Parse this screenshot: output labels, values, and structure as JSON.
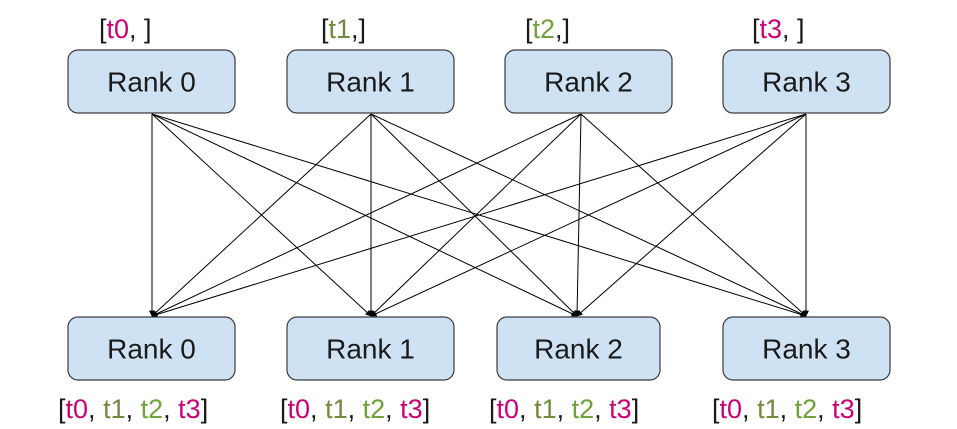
{
  "colors": {
    "box_fill": "#cfe2f3",
    "box_border": "#3c3c3c",
    "bracket": "#1a1a1a",
    "t0": "#cc0077",
    "t1": "#6f8a3a",
    "t2": "#6fa23a",
    "t3": "#cc0077",
    "edge": "#000000"
  },
  "top_ranks": [
    {
      "label": "Rank 0",
      "tensor": "t0",
      "color_key": "t0",
      "bracket_open": "[",
      "bracket_close": ", ]"
    },
    {
      "label": "Rank 1",
      "tensor": "t1",
      "color_key": "t1",
      "bracket_open": "[",
      "bracket_close": ",]"
    },
    {
      "label": "Rank 2",
      "tensor": "t2",
      "color_key": "t2",
      "bracket_open": "[",
      "bracket_close": ",]"
    },
    {
      "label": "Rank 3",
      "tensor": "t3",
      "color_key": "t3",
      "bracket_open": "[",
      "bracket_close": ", ]"
    }
  ],
  "bottom_ranks": [
    {
      "label": "Rank 0"
    },
    {
      "label": "Rank 1"
    },
    {
      "label": "Rank 2"
    },
    {
      "label": "Rank 3"
    }
  ],
  "gathered_list": {
    "open": "[",
    "close": "]",
    "separator": ", ",
    "items": [
      {
        "text": "t0",
        "color_key": "t0"
      },
      {
        "text": "t1",
        "color_key": "t1"
      },
      {
        "text": "t2",
        "color_key": "t2"
      },
      {
        "text": "t3",
        "color_key": "t3"
      }
    ]
  },
  "edges": "all-to-all"
}
